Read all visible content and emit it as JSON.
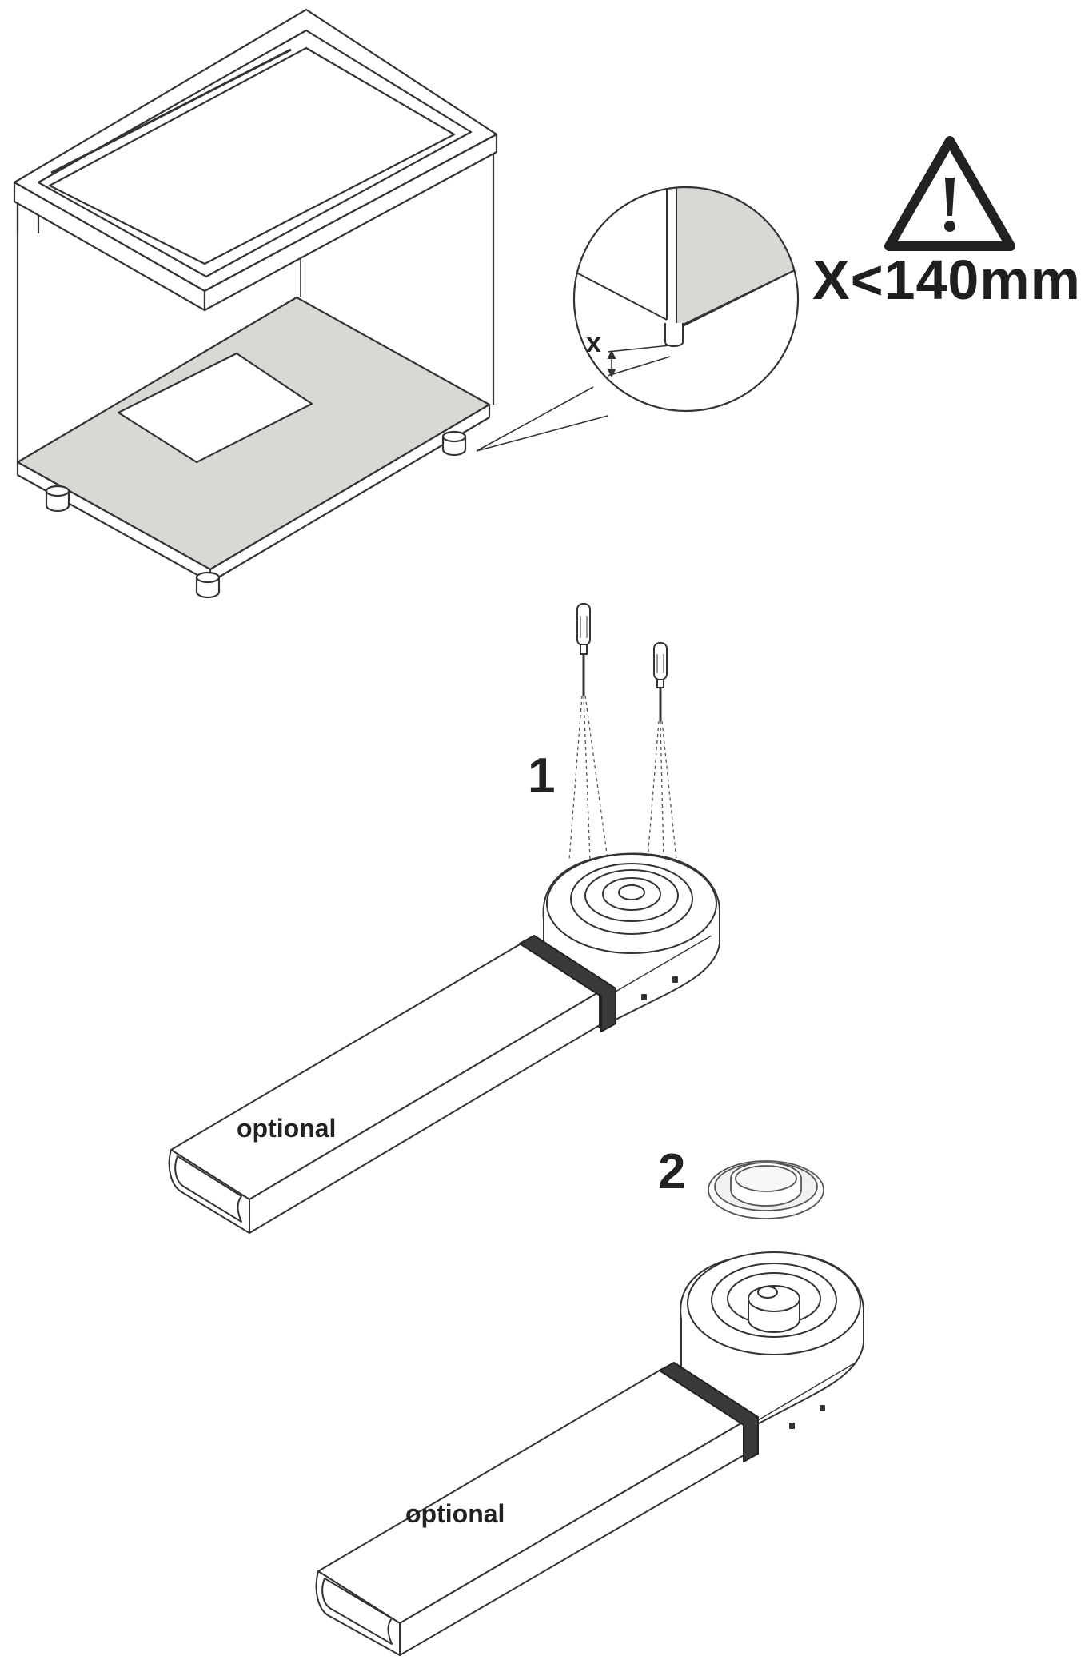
{
  "labels": {
    "detail_dimension": "x",
    "clearance_limit": "X<140mm",
    "step_1": "1",
    "step_2": "2",
    "duct_note_top": "optional",
    "duct_note_bottom": "optional"
  },
  "icons": {
    "warning": "warning-triangle-icon",
    "tool": "screwdriver-icon"
  },
  "colors": {
    "line": "#333333",
    "panel_fill": "#d9d8d4",
    "strap": "#3a3a3a",
    "background": "#ffffff"
  }
}
